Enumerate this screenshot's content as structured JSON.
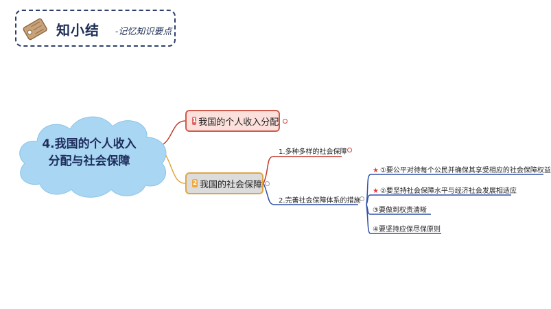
{
  "header": {
    "title": "知小结",
    "subtitle": "-记忆知识要点"
  },
  "central": {
    "line1": "4.我国的个人收入",
    "line2": "分配与社会保障"
  },
  "branches": [
    {
      "number": "1",
      "label": "我国的个人收入分配"
    },
    {
      "number": "2",
      "label": "我国的社会保障"
    }
  ],
  "sub_branches": [
    {
      "label": "1.多种多样的社会保障"
    },
    {
      "label": "2.完善社会保障体系的措施"
    }
  ],
  "measures": [
    {
      "label": "①要公平对待每个公民并确保其享受相应的社会保障权益",
      "starred": true
    },
    {
      "label": "②要坚持社会保障水平与经济社会发展相适应",
      "starred": true
    },
    {
      "label": "③要做到权责清晰",
      "starred": false
    },
    {
      "label": "④要坚持应保尽保原则",
      "starred": false
    }
  ],
  "colors": {
    "banner_border": "#2c3e6b",
    "cloud_fill": "#a9d6f2",
    "branch1_border": "#d25a4a",
    "branch2_border": "#e0a442",
    "red_line": "#c0392b",
    "blue_line": "#2f4fa8",
    "star": "#e23b3b"
  }
}
